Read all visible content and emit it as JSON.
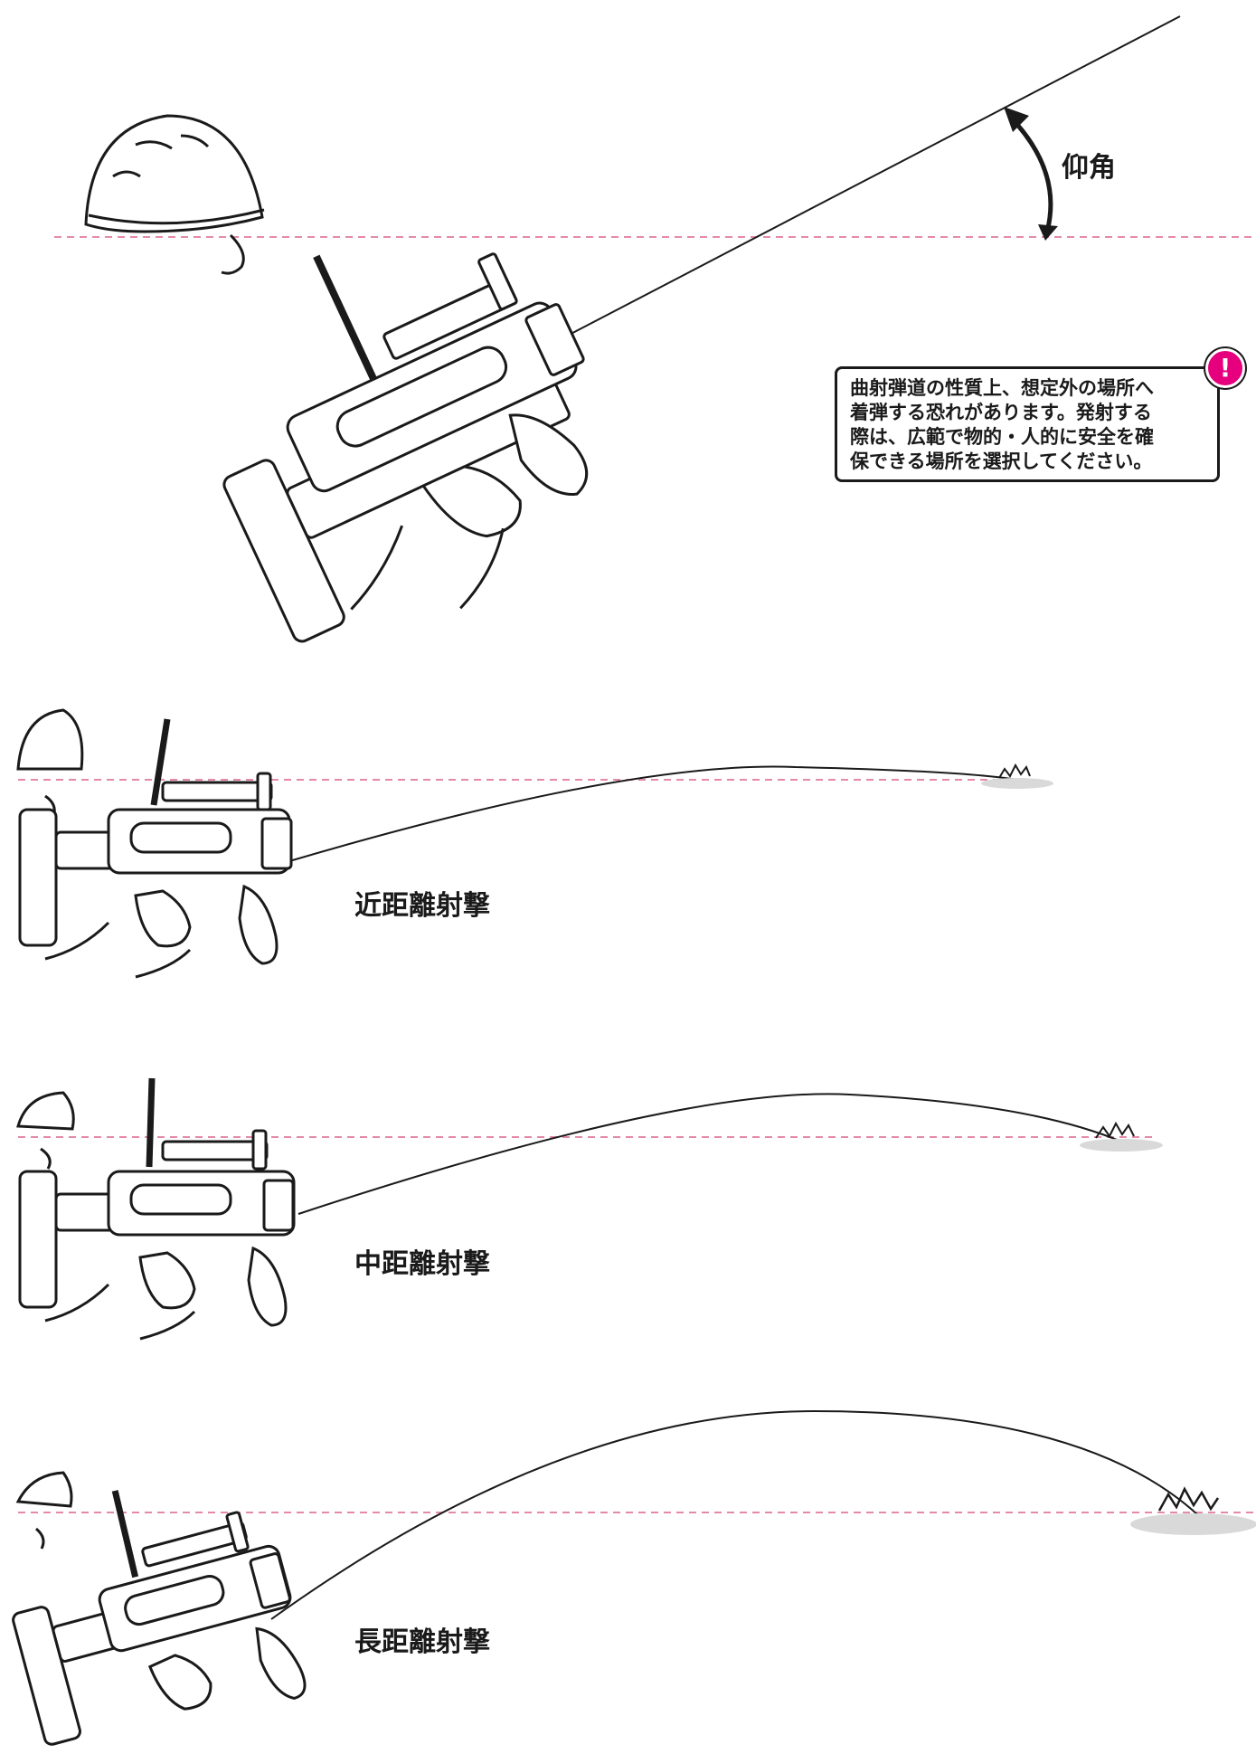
{
  "angle_label": "仰角",
  "caution": {
    "text": "曲射弾道の性質上、想定外の場所へ\n着弾する恐れがあります。発射する\n際は、広範で物的・人的に安全を確\n保できる場所を選択してください。",
    "icon": "exclamation-icon",
    "icon_glyph": "!",
    "accent_color": "#e6007e"
  },
  "shots": [
    {
      "label": "近距離射撃"
    },
    {
      "label": "中距離射撃"
    },
    {
      "label": "長距離射撃"
    }
  ],
  "colors": {
    "reference_line": "#e58aa6",
    "ink": "#1a1a1a"
  }
}
